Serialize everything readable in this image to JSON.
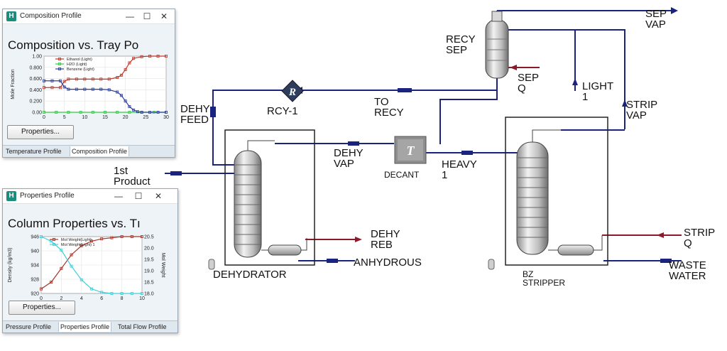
{
  "flowsheet": {
    "streams": {
      "sep_vap": "SEP\nVAP",
      "recy_sep": "RECY\nSEP",
      "sep_q": "SEP\nQ",
      "light_1": "LIGHT\n1",
      "strip_vap": "STRIP\nVAP",
      "dehy_feed": "DEHY\nFEED",
      "to_recy": "TO\nRECY",
      "dehy_vap": "DEHY\nVAP",
      "heavy_1": "HEAVY\n1",
      "first_product": "1st\nProduct",
      "dehy_reb": "DEHY\nREB",
      "anhydrous": "ANHYDROUS",
      "strip_q": "STRIP\nQ",
      "waste_water": "WASTE\nWATER"
    },
    "units": {
      "rcy_1": "RCY-1",
      "rcy_symbol": "R",
      "decant": "DECANT",
      "decant_symbol": "T",
      "dehydrator": "DEHYDRATOR",
      "bz_stripper": "BZ\nSTRIPPER"
    },
    "colors": {
      "material_stream": "#1a237e",
      "energy_stream": "#8b1a2a",
      "outline": "#222222"
    }
  },
  "composition_window": {
    "app_icon": "H",
    "title": "Composition Profile",
    "minimize": "—",
    "maximize": "☐",
    "close": "✕",
    "heading": "Composition vs. Tray Po",
    "properties_button": "Properties...",
    "tabs": [
      "Temperature Profile",
      "Composition Profile"
    ],
    "active_tab": 1,
    "chart_data": {
      "type": "line",
      "ylabel": "Mole Fraction",
      "xlim": [
        0,
        30
      ],
      "ylim": [
        0,
        1
      ],
      "x_ticks": [
        "0",
        "5",
        "10",
        "15",
        "20",
        "25",
        "30"
      ],
      "y_ticks": [
        "1.00",
        "0.800",
        "0.600",
        "0.400",
        "0.200",
        "0.00"
      ],
      "grid": true,
      "legend_position": "top",
      "series": [
        {
          "name": "Ethanol (Light)",
          "color": "#c0392b",
          "marker": "square",
          "x": [
            0,
            2,
            4,
            5,
            6,
            8,
            10,
            12,
            14,
            16,
            18,
            19,
            20,
            21,
            22,
            24,
            26,
            28,
            30
          ],
          "y": [
            0.44,
            0.44,
            0.44,
            0.55,
            0.59,
            0.59,
            0.59,
            0.59,
            0.59,
            0.59,
            0.62,
            0.66,
            0.76,
            0.88,
            0.96,
            0.99,
            1.0,
            1.0,
            1.0
          ]
        },
        {
          "name": "H2O (Light)",
          "color": "#2ecc40",
          "marker": "square",
          "x": [
            0,
            3,
            6,
            9,
            12,
            15,
            18,
            21,
            24,
            27,
            30
          ],
          "y": [
            0.0,
            0.0,
            0.0,
            0.0,
            0.0,
            0.0,
            0.0,
            0.0,
            0.0,
            0.0,
            0.0
          ]
        },
        {
          "name": "Benzene (Light)",
          "color": "#2c3e9e",
          "marker": "square",
          "x": [
            0,
            2,
            4,
            5,
            6,
            8,
            10,
            12,
            14,
            16,
            18,
            19,
            20,
            21,
            22,
            23,
            24,
            26,
            28,
            30
          ],
          "y": [
            0.56,
            0.56,
            0.56,
            0.45,
            0.41,
            0.41,
            0.41,
            0.41,
            0.41,
            0.4,
            0.36,
            0.3,
            0.2,
            0.1,
            0.04,
            0.01,
            0.0,
            0.0,
            0.0,
            0.0
          ]
        }
      ]
    }
  },
  "properties_window": {
    "app_icon": "H",
    "title": "Properties Profile",
    "minimize": "—",
    "maximize": "☐",
    "close": "✕",
    "heading": "Column Properties vs. Tı",
    "properties_button": "Properties...",
    "tabs": [
      "Pressure Profile",
      "Properties Profile",
      "Total Flow Profile"
    ],
    "active_tab": 1,
    "chart_data": {
      "type": "line",
      "ylabel": "Density (kg/m3)",
      "y2label": "Mol Weight",
      "xlim": [
        0,
        10
      ],
      "ylim": [
        920,
        946
      ],
      "y2lim": [
        18.0,
        20.5
      ],
      "x_ticks": [
        "0",
        "2",
        "4",
        "6",
        "8",
        "10"
      ],
      "y_ticks": [
        "946",
        "940",
        "934",
        "928",
        "920"
      ],
      "y2_ticks": [
        "20.5",
        "20.0",
        "19.5",
        "19.0",
        "18.5",
        "18.0"
      ],
      "grid": true,
      "legend_position": "top",
      "series": [
        {
          "name": "Mol Weight(Light)",
          "color": "#a93226",
          "marker": "square",
          "axis": "right",
          "x": [
            0,
            1,
            2,
            3,
            4,
            5,
            6,
            7,
            8,
            9,
            10
          ],
          "y": [
            18.2,
            18.5,
            19.1,
            19.7,
            20.1,
            20.3,
            20.4,
            20.45,
            20.5,
            20.5,
            20.5
          ]
        },
        {
          "name": "Mol Weight(Light) 1",
          "color": "#40d0d8",
          "marker": "square",
          "axis": "right",
          "x": [
            0,
            1,
            2,
            3,
            4,
            5,
            6,
            7,
            8,
            9,
            10
          ],
          "y": [
            20.5,
            20.3,
            19.9,
            19.2,
            18.6,
            18.2,
            18.05,
            18.0,
            18.0,
            18.0,
            18.0
          ]
        }
      ]
    }
  }
}
